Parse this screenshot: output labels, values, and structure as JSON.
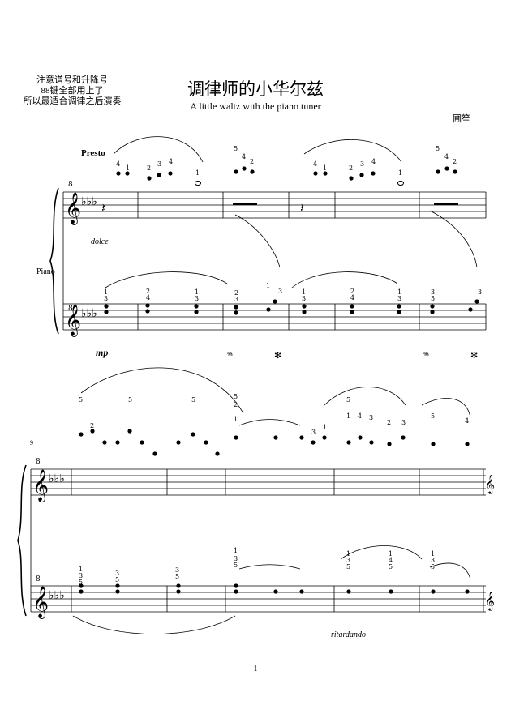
{
  "header": {
    "note_lines": [
      "注意谱号和升降号",
      "88键全部用上了",
      "所以最适合调律之后演奏"
    ],
    "title": "调律师的小华尔兹",
    "subtitle": "A little waltz with the piano tuner",
    "composer": "圃笙"
  },
  "system1": {
    "tempo": "Presto",
    "dynamic_upper": "dolce",
    "dynamic_lower": "mp",
    "instrument": "Piano"
  },
  "system2": {
    "measure_number": "9",
    "expression": "ritardando"
  },
  "footer": {
    "page_number": "- 1 -"
  }
}
